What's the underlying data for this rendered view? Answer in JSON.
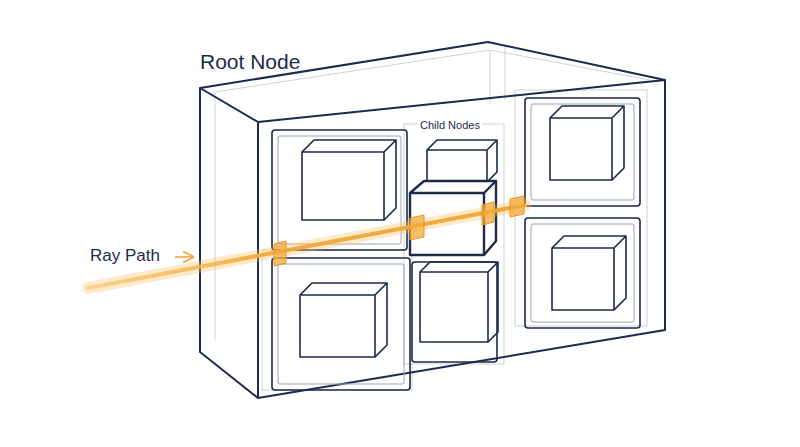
{
  "diagram": {
    "nodes": [
      {
        "text": [
          "Root Node"
        ]
      }
    ],
    "labels": [
      "Child Nodes",
      "Ray Path"
    ]
  }
}
